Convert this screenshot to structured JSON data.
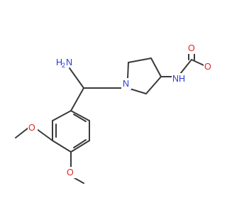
{
  "colors": {
    "background": "#ffffff",
    "bond": "#3a3a3a",
    "nitrogen": "#2a36d8",
    "oxygen": "#e02020"
  },
  "atoms": {
    "amine_n": {
      "element": "N",
      "label": "H",
      "sub": "2",
      "color_key": "nitrogen"
    },
    "ring_n": {
      "element": "N",
      "label": "N",
      "color_key": "nitrogen"
    },
    "carbamate_n": {
      "element": "N",
      "label": "NH",
      "color_key": "nitrogen"
    },
    "carbonyl_o": {
      "element": "O",
      "label": "O",
      "color_key": "oxygen"
    },
    "ester_o": {
      "element": "O",
      "label": "O",
      "color_key": "oxygen"
    },
    "methoxy_o_1": {
      "element": "O",
      "label": "O",
      "color_key": "oxygen"
    },
    "methoxy_o_2": {
      "element": "O",
      "label": "O",
      "color_key": "oxygen"
    }
  }
}
